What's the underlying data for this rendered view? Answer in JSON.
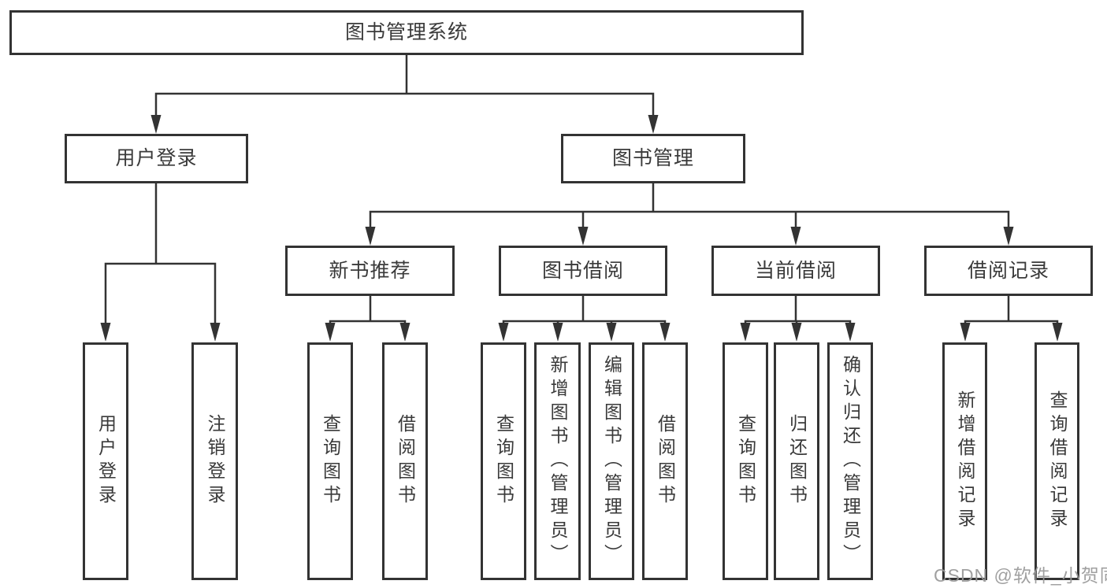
{
  "colors": {
    "background": "#ffffff",
    "line": "#333333",
    "box_border": "#333333",
    "text": "#3a3a3a",
    "watermark": "#989898"
  },
  "watermark": "CSDN @软件_小贺同学",
  "tree": {
    "label": "图书管理系统",
    "children": [
      {
        "label": "用户登录",
        "children": [
          {
            "label": "用户登录"
          },
          {
            "label": "注销登录"
          }
        ]
      },
      {
        "label": "图书管理",
        "children": [
          {
            "label": "新书推荐",
            "children": [
              {
                "label": "查询图书"
              },
              {
                "label": "借阅图书"
              }
            ]
          },
          {
            "label": "图书借阅",
            "children": [
              {
                "label": "查询图书"
              },
              {
                "label": "新增图书（管理员）"
              },
              {
                "label": "编辑图书（管理员）"
              },
              {
                "label": "借阅图书"
              }
            ]
          },
          {
            "label": "当前借阅",
            "children": [
              {
                "label": "查询图书"
              },
              {
                "label": "归还图书"
              },
              {
                "label": "确认归还（管理员）"
              }
            ]
          },
          {
            "label": "借阅记录",
            "children": [
              {
                "label": "新增借阅记录"
              },
              {
                "label": "查询借阅记录"
              }
            ]
          }
        ]
      }
    ]
  }
}
